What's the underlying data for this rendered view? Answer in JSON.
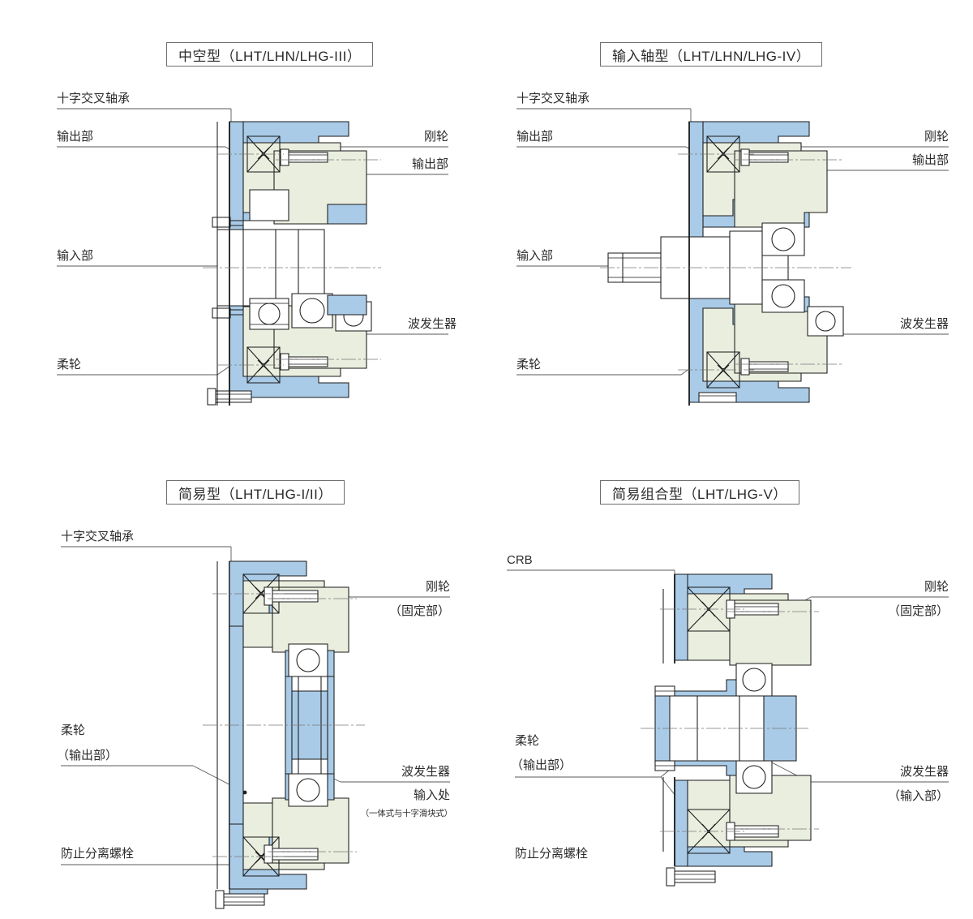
{
  "page": {
    "kind": "technical-cutaway-diagram",
    "background": "#ffffff",
    "colors": {
      "blue_fill": "#a9cbe7",
      "green_fill": "#e9eedf",
      "line": "#1a1a1a",
      "text": "#2b2b2b",
      "title_border": "#6d6e71"
    }
  },
  "panels": [
    {
      "id": "hollow",
      "title": "中空型（LHT/LHN/LHG-III）",
      "labels_left": [
        {
          "name": "cross-roller-bearing",
          "text": "十字交叉轴承"
        },
        {
          "name": "output-part",
          "text": "输出部"
        },
        {
          "name": "input-part",
          "text": "输入部"
        },
        {
          "name": "flexspline",
          "text": "柔轮"
        }
      ],
      "labels_right": [
        {
          "name": "circular-spline",
          "text": "刚轮"
        },
        {
          "name": "output-part",
          "text": "输出部"
        },
        {
          "name": "wave-generator",
          "text": "波发生器"
        }
      ]
    },
    {
      "id": "input-shaft",
      "title": "输入轴型（LHT/LHN/LHG-IV）",
      "labels_left": [
        {
          "name": "cross-roller-bearing",
          "text": "十字交叉轴承"
        },
        {
          "name": "output-part",
          "text": "输出部"
        },
        {
          "name": "input-part",
          "text": "输入部"
        },
        {
          "name": "flexspline",
          "text": "柔轮"
        }
      ],
      "labels_right": [
        {
          "name": "circular-spline",
          "text": "刚轮"
        },
        {
          "name": "output-part",
          "text": "输出部"
        },
        {
          "name": "wave-generator",
          "text": "波发生器"
        }
      ]
    },
    {
      "id": "simple",
      "title": "简易型（LHT/LHG-I/II）",
      "labels_left": [
        {
          "name": "cross-roller-bearing",
          "text": "十字交叉轴承"
        },
        {
          "name": "flexspline",
          "text": "柔轮",
          "sub": "（输出部）"
        },
        {
          "name": "anti-separation-bolt",
          "text": "防止分离螺栓"
        }
      ],
      "labels_right": [
        {
          "name": "circular-spline",
          "text": "刚轮",
          "sub": "（固定部）"
        },
        {
          "name": "wave-generator",
          "text": "波发生器"
        },
        {
          "name": "input-location",
          "text": "输入处",
          "note": "（一体式与十字滑块式）"
        }
      ]
    },
    {
      "id": "simple-combined",
      "title": "简易组合型（LHT/LHG-V）",
      "labels_left": [
        {
          "name": "crb",
          "text": "CRB"
        },
        {
          "name": "flexspline",
          "text": "柔轮",
          "sub": "（输出部）"
        },
        {
          "name": "anti-separation-bolt",
          "text": "防止分离螺栓"
        }
      ],
      "labels_right": [
        {
          "name": "circular-spline",
          "text": "刚轮",
          "sub": "（固定部）"
        },
        {
          "name": "wave-generator",
          "text": "波发生器",
          "sub": "（输入部）"
        }
      ]
    }
  ]
}
